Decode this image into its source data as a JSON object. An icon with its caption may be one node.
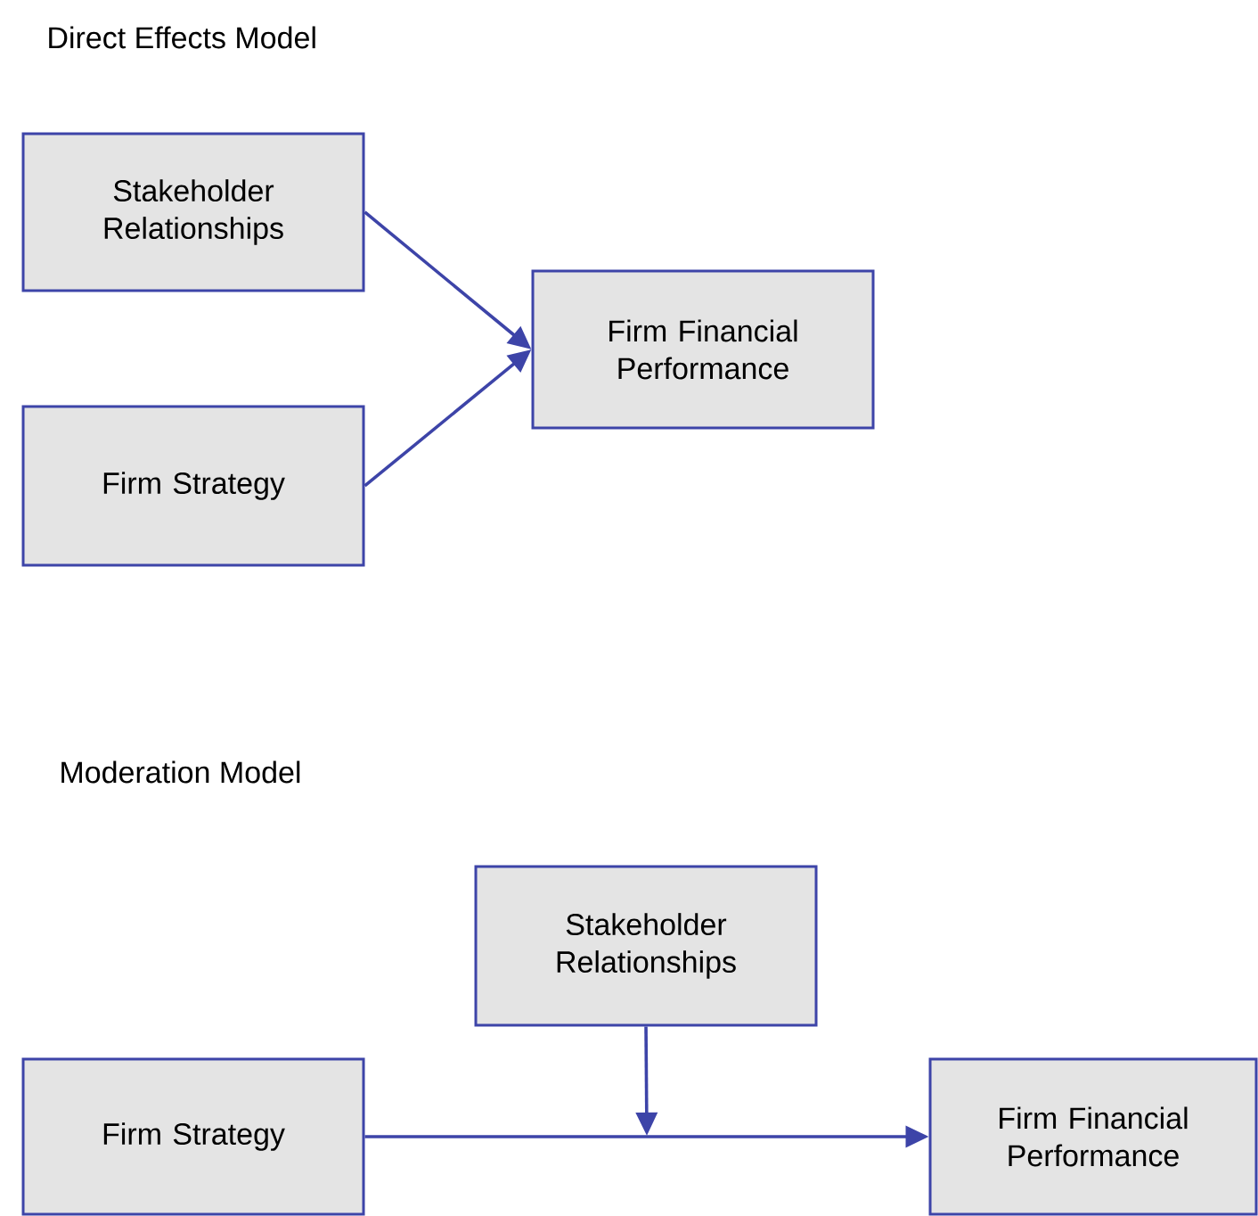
{
  "diagram": {
    "nodes": [
      {
        "text": [
          "Stakeholder Relationships"
        ]
      },
      {
        "text": [
          "Firm Strategy"
        ]
      },
      {
        "text": [
          "Firm Financial Performance"
        ]
      },
      {
        "text": [
          "Stakeholder Relationships"
        ]
      },
      {
        "text": [
          "Firm Strategy"
        ]
      },
      {
        "text": [
          "Firm Financial Performance"
        ]
      }
    ],
    "edges": [
      {
        "from": 0,
        "to": 2,
        "arrow": "to"
      },
      {
        "from": 1,
        "to": 2,
        "arrow": "to"
      },
      {
        "from": 4,
        "to": 5,
        "arrow": "to"
      },
      {
        "from": 3,
        "to": null,
        "arrow": "to"
      }
    ],
    "labels": [
      "Direct Effects Model",
      "Moderation Model"
    ]
  }
}
